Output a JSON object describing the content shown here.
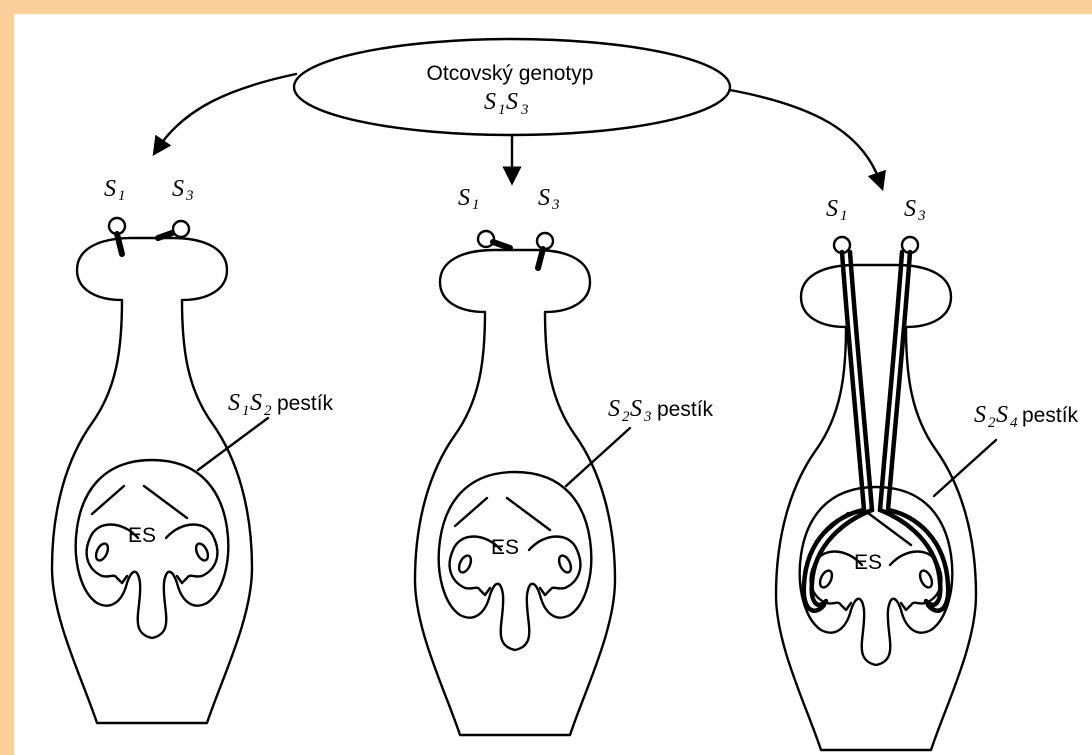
{
  "genotype": {
    "title": "Otcovský genotyp",
    "symbol": "S",
    "sub_a": "1",
    "sub_b": "3"
  },
  "pollen": {
    "symbol": "S",
    "sub_a": "1",
    "sub_b": "3"
  },
  "pistils": [
    {
      "symbol_a": "S",
      "sub_a": "1",
      "symbol_b": "S",
      "sub_b": "2",
      "word": "pestík",
      "es": "ES"
    },
    {
      "symbol_a": "S",
      "sub_a": "2",
      "symbol_b": "S",
      "sub_b": "3",
      "word": "pestík",
      "es": "ES"
    },
    {
      "symbol_a": "S",
      "sub_a": "2",
      "symbol_b": "S",
      "sub_b": "4",
      "word": "pestík",
      "es": "ES"
    }
  ],
  "colors": {
    "frame": "#fcd09a",
    "ink": "#000000",
    "paper": "#ffffff"
  }
}
